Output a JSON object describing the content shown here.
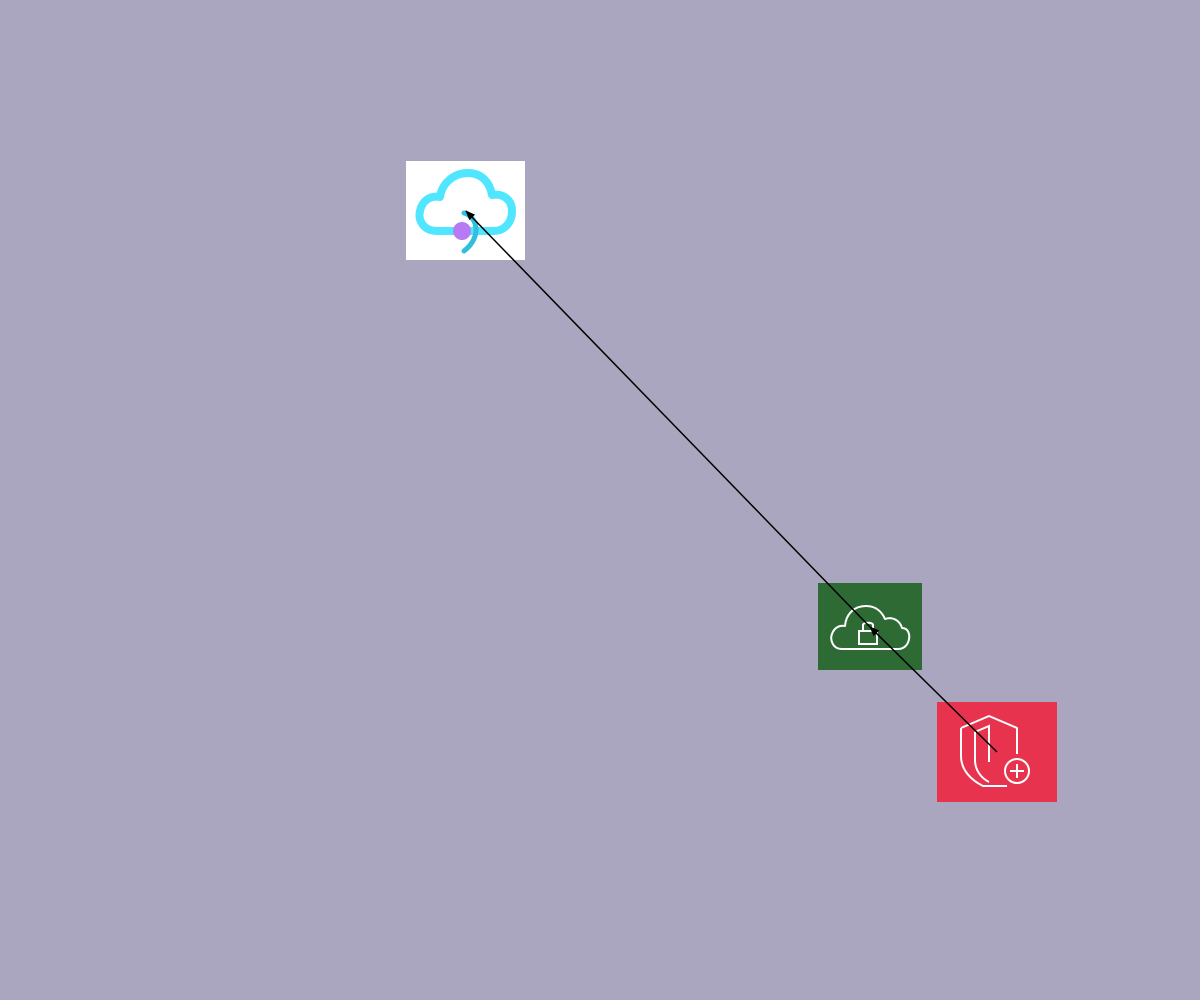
{
  "diagram": {
    "background_color": "#aba6c0",
    "nodes": [
      {
        "id": "cloud-service",
        "icon": "azure-cloud-service-icon",
        "background_color": "#ffffff",
        "accent_colors": [
          "#50e6ff",
          "#32bedd",
          "#b77af4"
        ]
      },
      {
        "id": "vpn-gateway",
        "icon": "cloud-lock-icon",
        "background_color": "#2d6a34"
      },
      {
        "id": "shield-add",
        "icon": "shield-plus-icon",
        "background_color": "#e8334f"
      }
    ],
    "edges": [
      {
        "from": "shield-add",
        "to": "vpn-gateway",
        "arrow": "end",
        "color": "#000000"
      },
      {
        "from": "vpn-gateway",
        "to": "cloud-service",
        "arrow": "end",
        "color": "#000000"
      }
    ]
  }
}
